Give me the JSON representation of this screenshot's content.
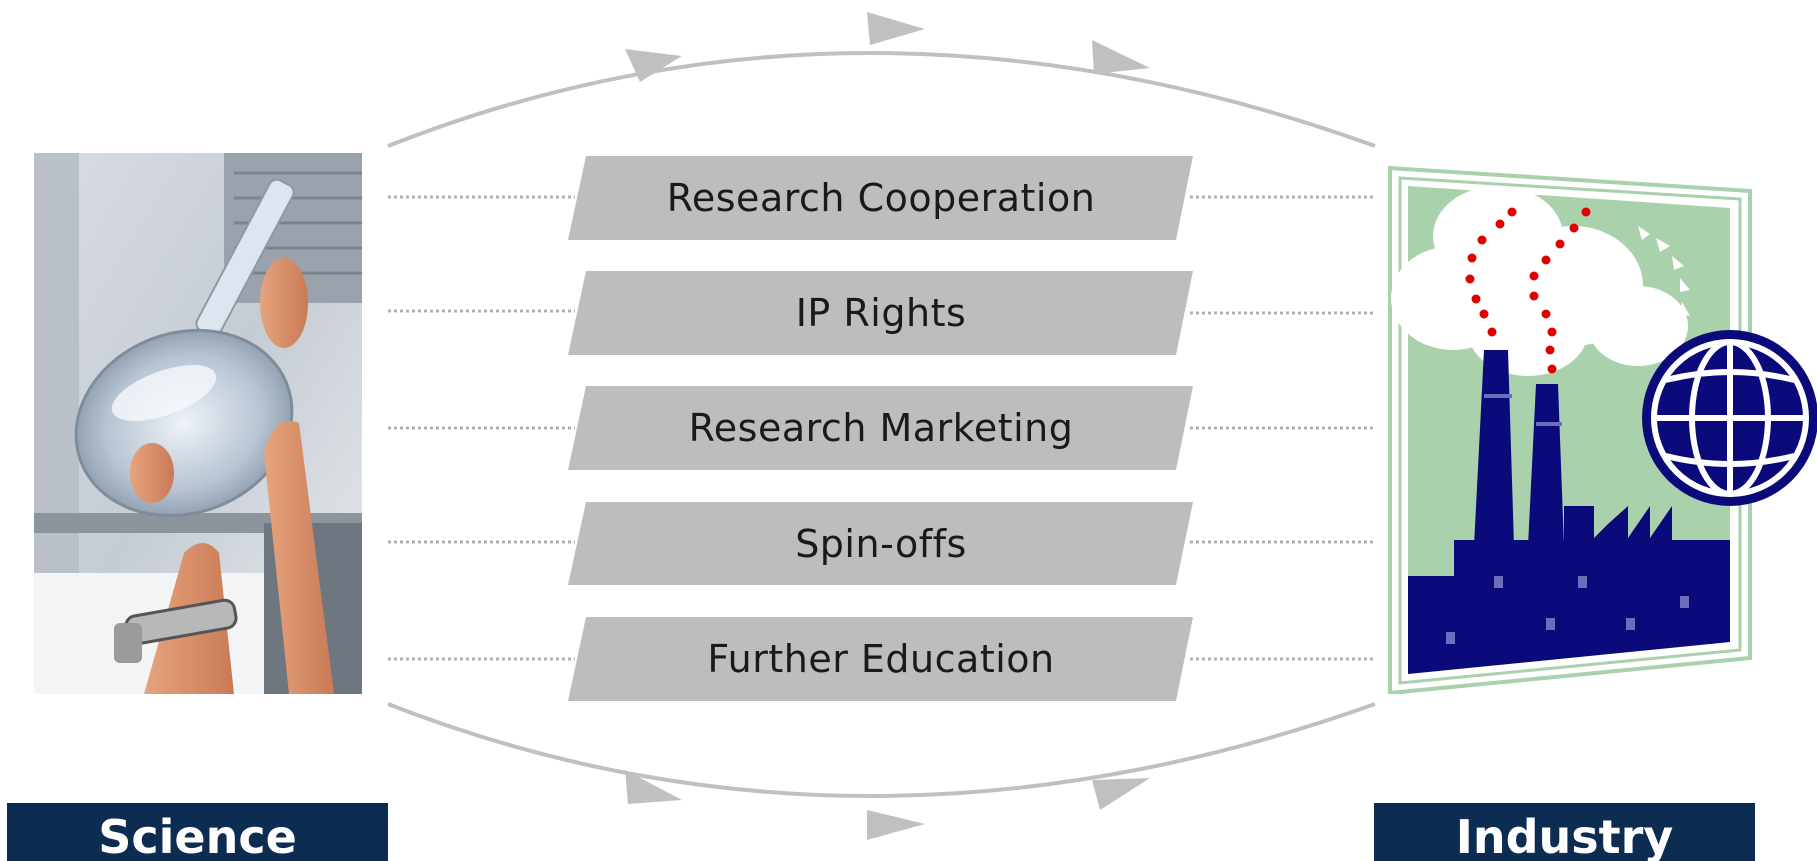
{
  "channels": [
    {
      "label": "Research Cooperation"
    },
    {
      "label": "IP Rights"
    },
    {
      "label": "Research Marketing"
    },
    {
      "label": "Spin-offs"
    },
    {
      "label": "Further Education"
    }
  ],
  "left_side": {
    "caption": "Science",
    "image": "lab-flask-photo"
  },
  "right_side": {
    "caption": "Industry",
    "image": "factory-globe-clipart"
  },
  "colors": {
    "band": "#bdbdbd",
    "arrow": "#c0c0c0",
    "caption_bg": "#0d2c52",
    "caption_text": "#ffffff",
    "factory": "#0a0a7a",
    "factory_sky": "#a9d1ac",
    "smoke_dots": "#e00000"
  }
}
